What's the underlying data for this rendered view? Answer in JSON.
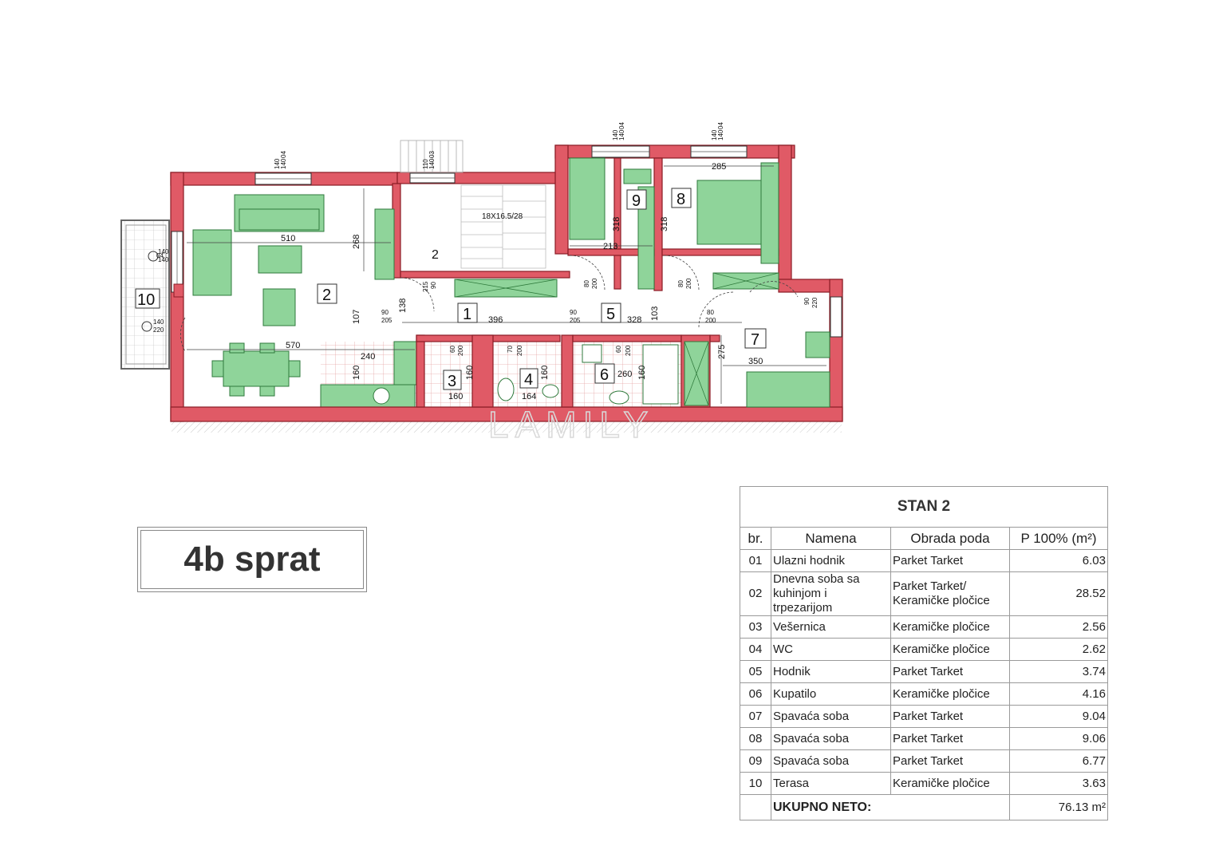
{
  "plan": {
    "stair_label": "18X16.5/28",
    "watermark": "LAMILY",
    "room_numbers": [
      "1",
      "2",
      "2",
      "3",
      "4",
      "5",
      "6",
      "7",
      "8",
      "9",
      "10"
    ],
    "dimensions": [
      "510",
      "268",
      "570",
      "107",
      "160",
      "240",
      "138",
      "396",
      "328",
      "103",
      "213",
      "318",
      "318",
      "285",
      "275",
      "350",
      "160",
      "164",
      "160",
      "160",
      "260",
      "160"
    ],
    "openings": [
      "140",
      "140",
      "04",
      "110",
      "140",
      "03",
      "140",
      "140",
      "04",
      "140",
      "140",
      "04",
      "140",
      "140",
      "140",
      "220",
      "90",
      "205",
      "215",
      "90",
      "80",
      "200",
      "80",
      "200",
      "90",
      "205",
      "80",
      "200",
      "90",
      "220",
      "60",
      "200",
      "70",
      "200",
      "60",
      "200",
      "04"
    ],
    "colors": {
      "wall": "#e05a66",
      "wall_edge": "#8a1c25",
      "furniture": "#8fd49a",
      "furniture_edge": "#2f7a3c",
      "tile": "#f0c8c8"
    }
  },
  "floor_label": "4b sprat",
  "table": {
    "title": "STAN 2",
    "headers": [
      "br.",
      "Namena",
      "Obrada poda",
      "P 100% (m²)"
    ],
    "rows": [
      {
        "br": "01",
        "name": "Ulazni hodnik",
        "floor": "Parket Tarket",
        "area": "6.03"
      },
      {
        "br": "02",
        "name": "Dnevna soba sa kuhinjom i trpezarijom",
        "floor": "Parket Tarket/ Keramičke pločice",
        "area": "28.52"
      },
      {
        "br": "03",
        "name": "Vešernica",
        "floor": "Keramičke pločice",
        "area": "2.56"
      },
      {
        "br": "04",
        "name": "WC",
        "floor": "Keramičke pločice",
        "area": "2.62"
      },
      {
        "br": "05",
        "name": "Hodnik",
        "floor": "Parket Tarket",
        "area": "3.74"
      },
      {
        "br": "06",
        "name": "Kupatilo",
        "floor": "Keramičke pločice",
        "area": "4.16"
      },
      {
        "br": "07",
        "name": "Spavaća soba",
        "floor": "Parket Tarket",
        "area": "9.04"
      },
      {
        "br": "08",
        "name": "Spavaća soba",
        "floor": "Parket Tarket",
        "area": "9.06"
      },
      {
        "br": "09",
        "name": "Spavaća soba",
        "floor": "Parket Tarket",
        "area": "6.77"
      },
      {
        "br": "10",
        "name": "Terasa",
        "floor": "Keramičke pločice",
        "area": "3.63"
      }
    ],
    "total_label": "UKUPNO NETO:",
    "total_value": "76.13 m²"
  }
}
